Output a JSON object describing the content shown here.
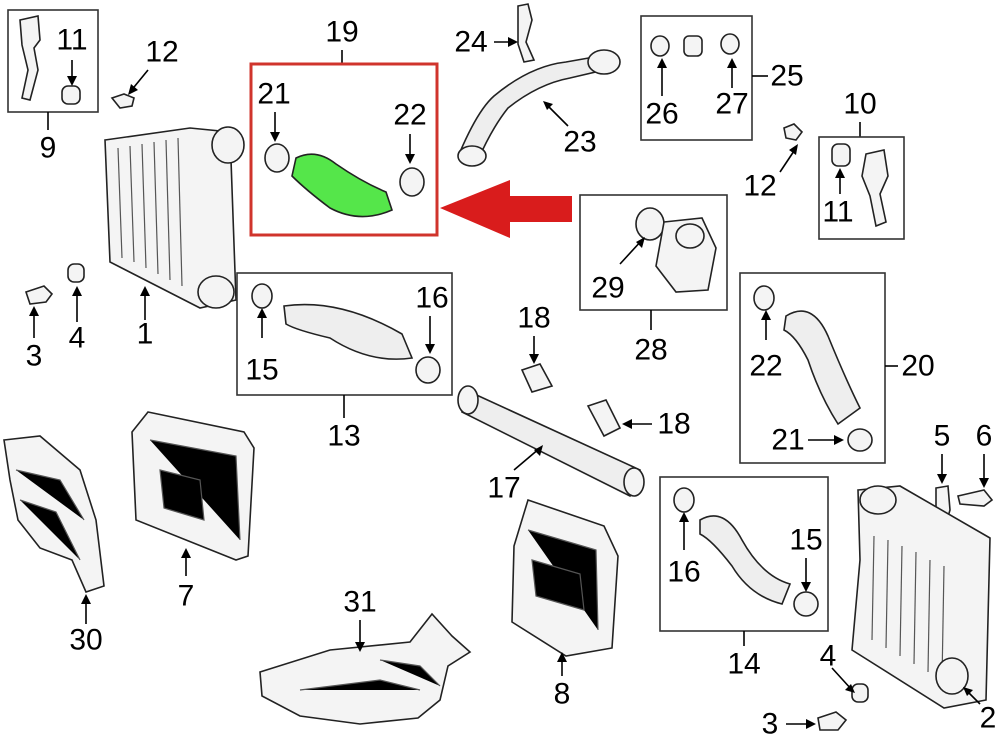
{
  "callouts": {
    "c1": "1",
    "c2": "2",
    "c3a": "3",
    "c3b": "3",
    "c4a": "4",
    "c4b": "4",
    "c5": "5",
    "c6": "6",
    "c7": "7",
    "c8": "8",
    "c9": "9",
    "c10": "10",
    "c11a": "11",
    "c11b": "11",
    "c12a": "12",
    "c12b": "12",
    "c13": "13",
    "c14": "14",
    "c15a": "15",
    "c15b": "15",
    "c16a": "16",
    "c16b": "16",
    "c17": "17",
    "c18a": "18",
    "c18b": "18",
    "c19": "19",
    "c20": "20",
    "c21a": "21",
    "c21b": "21",
    "c22a": "22",
    "c22b": "22",
    "c23": "23",
    "c24": "24",
    "c25": "25",
    "c26": "26",
    "c27": "27",
    "c28": "28",
    "c29": "29",
    "c30": "30",
    "c31": "31"
  },
  "colors": {
    "highlight_box": "#d0342c",
    "pointer_arrow": "#d91c1c",
    "highlighted_hose": "#55e64a"
  }
}
